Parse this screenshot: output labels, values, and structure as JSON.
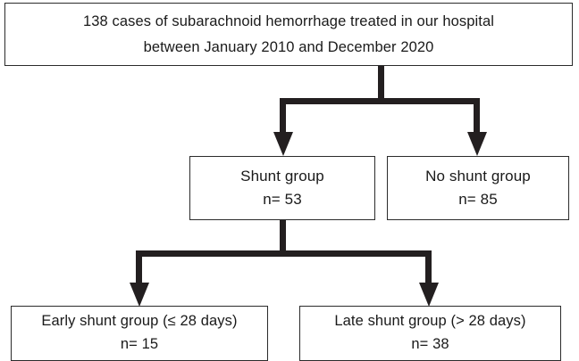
{
  "diagram": {
    "title_flow": "Patient allocation flowchart",
    "boxes": {
      "total": {
        "line1": "138 cases of subarachnoid hemorrhage treated in our hospital",
        "line2": "between January 2010 and December 2020"
      },
      "shunt": {
        "label": "Shunt group",
        "count": "n= 53"
      },
      "no_shunt": {
        "label": "No shunt group",
        "count": "n= 85"
      },
      "early_shunt": {
        "label": "Early shunt group (≤ 28 days)",
        "count": "n= 15"
      },
      "late_shunt": {
        "label": "Late shunt group (> 28 days)",
        "count": "n= 38"
      }
    },
    "connectors": [
      {
        "name": "split-total-to-groups",
        "from": "total",
        "to": [
          "shunt",
          "no_shunt"
        ]
      },
      {
        "name": "split-shunt-to-timing",
        "from": "shunt",
        "to": [
          "early_shunt",
          "late_shunt"
        ]
      }
    ],
    "colors": {
      "connector": "#231f20",
      "box_border": "#2b2b2b",
      "box_fill": "#ffffff",
      "text": "#1a1a1a"
    }
  }
}
